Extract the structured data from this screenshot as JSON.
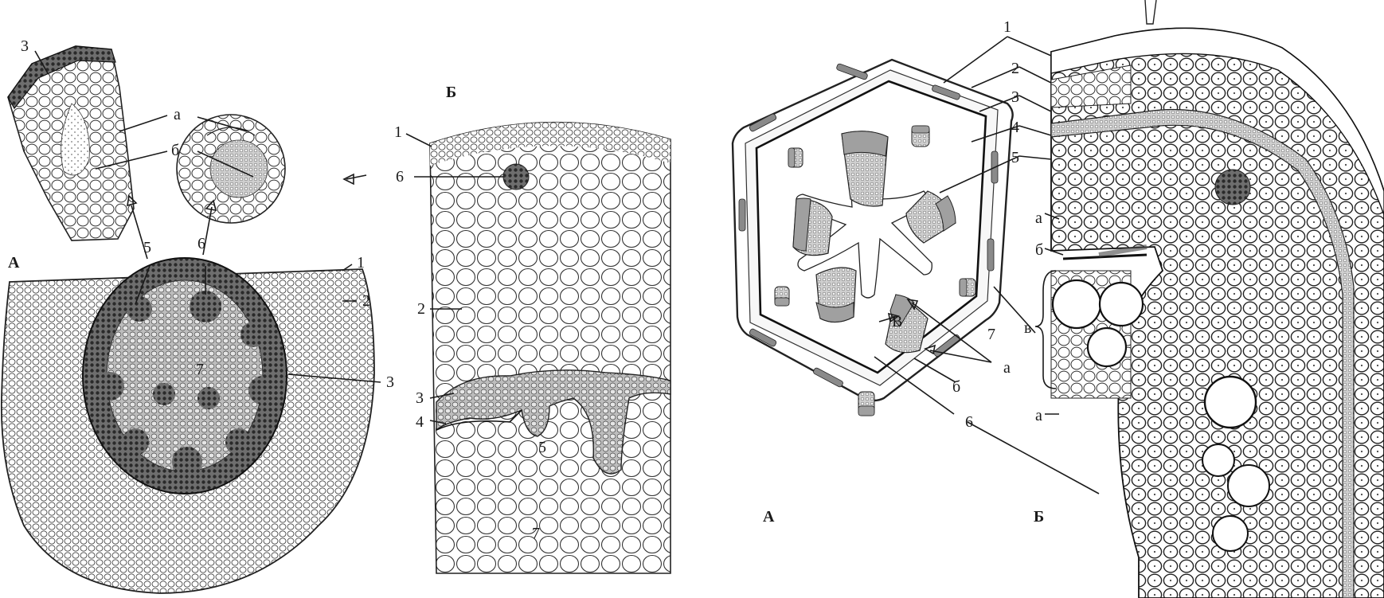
{
  "left_figure": {
    "panel_labels": {
      "a": "А",
      "b": "Б"
    },
    "labels_a": {
      "n3": "3",
      "a": "а",
      "b": "б",
      "n5": "5",
      "n6": "6",
      "n1": "1",
      "n2": "2",
      "n7": "7",
      "n3b": "3"
    },
    "labels_b": {
      "n1": "1",
      "n6": "6",
      "n2": "2",
      "n3": "3",
      "n4": "4",
      "n5": "5",
      "n7": "7"
    }
  },
  "right_figure": {
    "panel_labels": {
      "a": "А",
      "b": "Б"
    },
    "numbers": {
      "n1": "1",
      "n2": "2",
      "n3": "3",
      "n4": "4",
      "n5": "5",
      "n7": "7",
      "n6": "6"
    },
    "letters": {
      "a1": "а",
      "b1": "б",
      "v1": "в",
      "a2": "а",
      "v_inner": "В",
      "a_inner": "а",
      "b_inner": "б"
    }
  }
}
